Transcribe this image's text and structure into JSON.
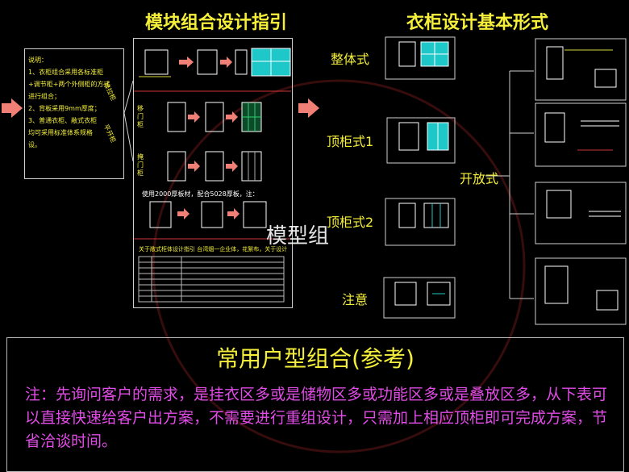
{
  "titles": {
    "guide": "模块组合设计指引",
    "forms": "衣柜设计基本形式"
  },
  "notes": [
    "说明：",
    "1、衣柜组合采用各标准柜",
    "+调节柜+两个外侧柜的方式",
    "进行组合；",
    "2、背板采用9mm厚度；",
    "3、普通衣柜、敞式衣柜",
    "均可采用标准体系规格",
    "设。"
  ],
  "guide": {
    "side_labels": [
      "推拉柜",
      "平开柜"
    ],
    "row_labels": [
      "移门柜",
      "掩门柜"
    ],
    "caption": "使用2000厚板材，配合5028厚板，注：",
    "sub_caption": "关于敞式柜体设计指引     台湾烟一企业体，花絮布，关于设计"
  },
  "forms": {
    "items": [
      "整体式",
      "顶柜式1",
      "顶柜式2",
      "注意"
    ],
    "open": "开放式"
  },
  "watermark": "模型组",
  "bottom": {
    "title": "常用户型组合(参考)",
    "note": "注：先询问客户的需求，是挂衣区多或是储物区多或功能区多或是叠放区多，从下表可以直接快速给客户出方案，不需要进行重组设计，只需加上相应顶柜即可完成方案，节省洽谈时间。"
  },
  "colors": {
    "accent_yellow": "#f5ef3a",
    "note_magenta": "#e14be6",
    "arrow_salmon": "#f07f76",
    "cabinet_cyan": "#1ec8c8"
  }
}
